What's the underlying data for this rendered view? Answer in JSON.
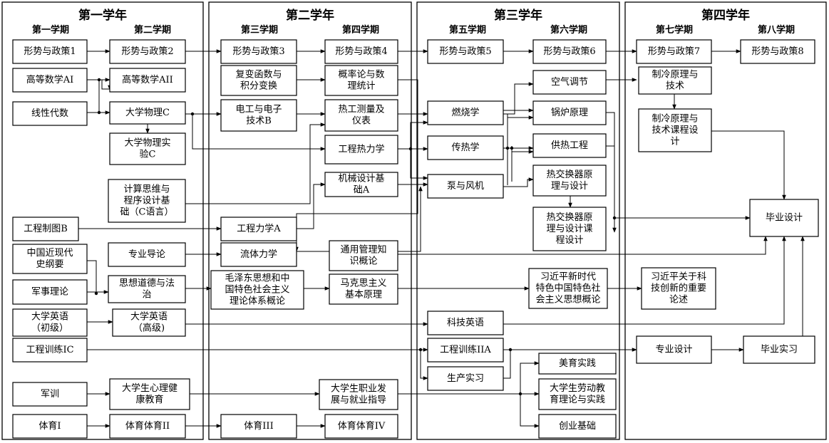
{
  "years": [
    "第一学年",
    "第二学年",
    "第三学年",
    "第四学年"
  ],
  "semesters": [
    "第一学期",
    "第二学期",
    "第三学期",
    "第四学期",
    "第五学期",
    "第六学期",
    "第七学期",
    "第八学期"
  ],
  "courses": {
    "xs1": [
      "形势与政策1"
    ],
    "gs_a1": [
      "高等数学AI"
    ],
    "xxds": [
      "线性代数"
    ],
    "gctu": [
      "工程制图B"
    ],
    "zgjxd": [
      "中国近现代",
      "史纲要"
    ],
    "jsll": [
      "军事理论"
    ],
    "dxyy_cj": [
      "大学英语",
      "（初级）"
    ],
    "gcxl_ic": [
      "工程训练IC"
    ],
    "junxun": [
      "军训"
    ],
    "ty1": [
      "体育I"
    ],
    "xs2": [
      "形势与政策2"
    ],
    "gs_a2": [
      "高等数学AII"
    ],
    "dxwl": [
      "大学物理C"
    ],
    "wlsy": [
      "大学物理实",
      "验C"
    ],
    "jssw": [
      "计算思维与",
      "程序设计基",
      "础（C语言）"
    ],
    "zydl": [
      "专业导论"
    ],
    "sxdd": [
      "思想道德与法",
      "治"
    ],
    "dxyy_gj": [
      "大学英语",
      "（高级)"
    ],
    "xljk": [
      "大学生心理健",
      "康教育"
    ],
    "tyty2": [
      "体育体育II"
    ],
    "xs3": [
      "形势与政策3"
    ],
    "fbhs": [
      "复变函数与",
      "积分变换"
    ],
    "dgdz": [
      "电工与电子",
      "技术B"
    ],
    "gclx": [
      "工程力学A"
    ],
    "ltlx": [
      "流体力学"
    ],
    "mzd": [
      "毛泽东思想和中",
      "国特色社会主义",
      "理论体系概论"
    ],
    "ty3": [
      "体育III"
    ],
    "xs4": [
      "形势与政策4"
    ],
    "gltj": [
      "概率论与数",
      "理统计"
    ],
    "rgcl": [
      "热工测量及",
      "仪表"
    ],
    "gcrlx": [
      "工程热力学"
    ],
    "jxsj": [
      "机械设计基",
      "础A"
    ],
    "tygl": [
      "通用管理知",
      "识概论"
    ],
    "mks": [
      "马克思主义",
      "基本原理"
    ],
    "zyfz": [
      "大学生职业发",
      "展与就业指导"
    ],
    "tyty4": [
      "体育体育IV"
    ],
    "xs5": [
      "形势与政策5"
    ],
    "rsx": [
      "燃烧学"
    ],
    "crx": [
      "传热学"
    ],
    "byfj": [
      "泵与风机"
    ],
    "kjyy": [
      "科技英语"
    ],
    "gcxl_iia": [
      "工程训练IIA"
    ],
    "scsx": [
      "生产实习"
    ],
    "xs6": [
      "形势与政策6"
    ],
    "kqtj": [
      "空气调节"
    ],
    "glyl": [
      "锅炉原理"
    ],
    "grgc": [
      "供热工程"
    ],
    "rjhq": [
      "热交换器原",
      "理与设计"
    ],
    "rjhq_kc": [
      "热交换器原",
      "理与设计课",
      "程设计"
    ],
    "xjp": [
      "习近平新时代",
      "特色中国特色社",
      "会主义思想概论"
    ],
    "mysj": [
      "美育实践"
    ],
    "ldjy": [
      "大学生劳动教",
      "育理论与实践"
    ],
    "cyjc": [
      "创业基础"
    ],
    "xs7": [
      "形势与政策7"
    ],
    "zlyl": [
      "制冷原理与",
      "技术"
    ],
    "zlkc": [
      "制冷原理与",
      "技术课程设",
      "计"
    ],
    "xjpkj": [
      "习近平关于科",
      "技创新的重要",
      "论述"
    ],
    "zysj": [
      "专业设计"
    ],
    "xs8": [
      "形势与政策8"
    ],
    "bysj": [
      "毕业设计"
    ],
    "bysx": [
      "毕业实习"
    ]
  }
}
